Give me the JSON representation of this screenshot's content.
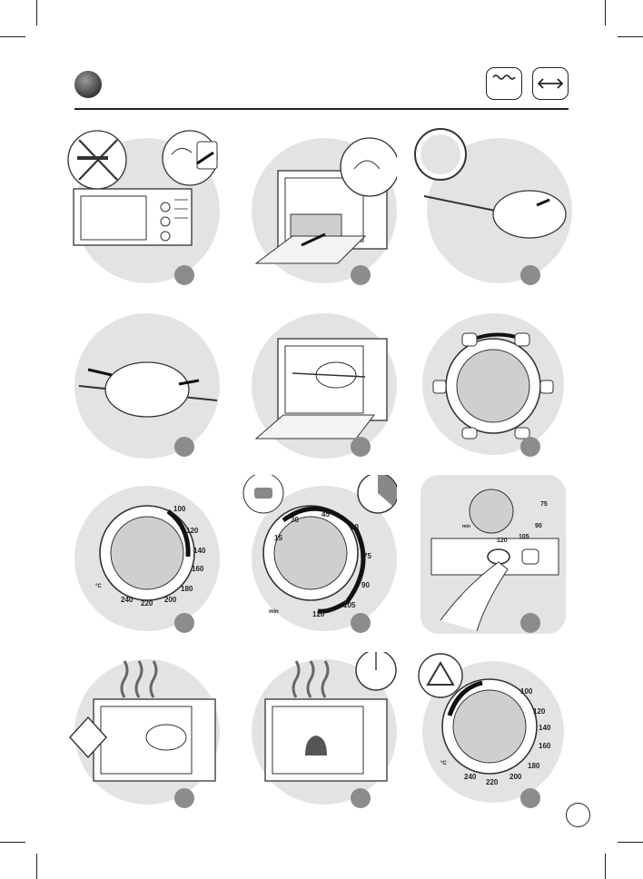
{
  "header": {
    "icons": [
      "top-heat-icon",
      "rotisserie-icon"
    ]
  },
  "dial_temperature": {
    "ticks": [
      "100",
      "120",
      "140",
      "160",
      "180",
      "200",
      "220",
      "240"
    ],
    "unit": "°C"
  },
  "dial_timer": {
    "ticks": [
      "15",
      "30",
      "45",
      "60",
      "75",
      "90",
      "105",
      "120"
    ],
    "unit": "min"
  },
  "dial_closeup": {
    "ticks": [
      "120",
      "105",
      "90",
      "75"
    ],
    "unit": "min"
  },
  "steps": [
    {
      "icon": "unplug-oven-icon"
    },
    {
      "icon": "insert-tray-icon"
    },
    {
      "icon": "skewer-icon"
    },
    {
      "icon": "skewer-chicken-icon"
    },
    {
      "icon": "insert-spit-icon"
    },
    {
      "icon": "function-dial-icon"
    },
    {
      "icon": "temperature-dial-icon"
    },
    {
      "icon": "timer-dial-icon"
    },
    {
      "icon": "press-button-icon"
    },
    {
      "icon": "watch-cooking-icon"
    },
    {
      "icon": "bell-ring-icon"
    },
    {
      "icon": "warning-reset-icon"
    }
  ]
}
